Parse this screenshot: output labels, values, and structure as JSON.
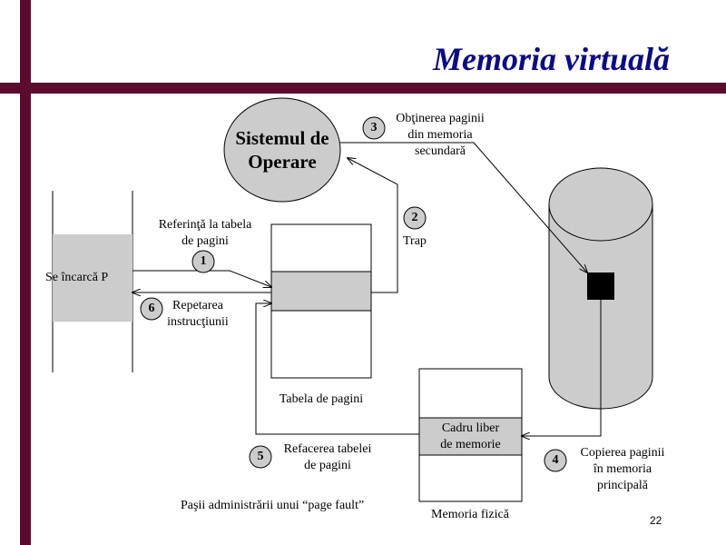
{
  "slide": {
    "title": "Memoria virtuală",
    "page_number": "22",
    "caption": "Paşii administrării unui “page fault”"
  },
  "colors": {
    "accent_bar": "#5c0a2e",
    "title": "#0a0a8a",
    "fill_gray": "#cccccc"
  },
  "nodes": {
    "os": {
      "line1": "Sistemul de",
      "line2": "Operare"
    },
    "process_slot": "Se încarcă P",
    "page_table": "Tabela de pagini",
    "physical_memory": "Memoria fizică",
    "free_frame": {
      "line1": "Cadru liber",
      "line2": "de memorie"
    }
  },
  "steps": [
    {
      "num": "1",
      "line1": "Referinţă la tabela",
      "line2": "de pagini"
    },
    {
      "num": "2",
      "line1": "Trap",
      "line2": ""
    },
    {
      "num": "3",
      "line1": "Obţinerea paginii",
      "line2": "din memoria",
      "line3": "secundară"
    },
    {
      "num": "4",
      "line1": "Copierea paginii",
      "line2": "în memoria",
      "line3": "principală"
    },
    {
      "num": "5",
      "line1": "Refacerea tabelei",
      "line2": "de pagini"
    },
    {
      "num": "6",
      "line1": "Repetarea",
      "line2": "instrucţiunii"
    }
  ]
}
